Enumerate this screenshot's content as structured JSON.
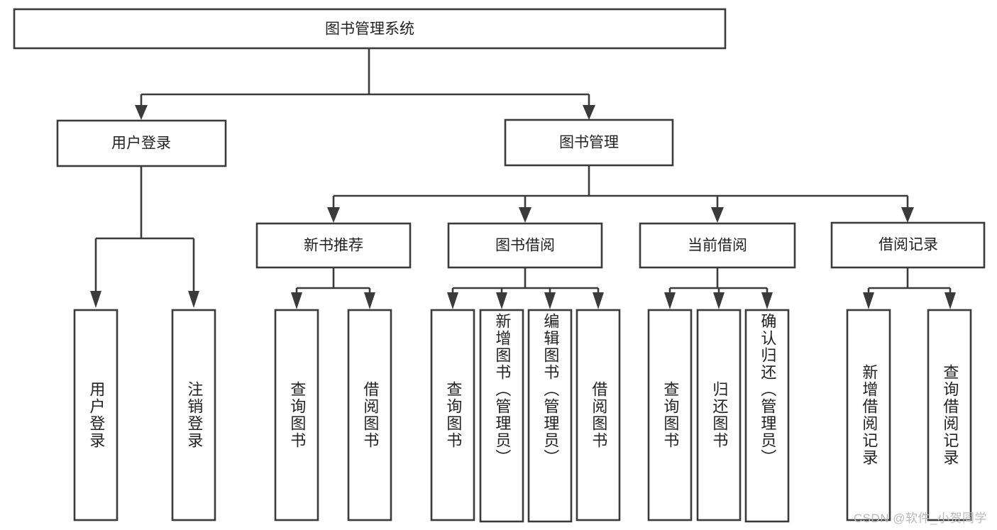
{
  "diagram": {
    "title": "图书管理系统",
    "type": "tree",
    "orientation": "top-down",
    "stroke_color": "#3b3b3b",
    "fill_color": "#ffffff",
    "text_color": "#222222",
    "root": {
      "label": "图书管理系统"
    },
    "level1": [
      {
        "label": "用户登录"
      },
      {
        "label": "图书管理"
      }
    ],
    "level2": [
      {
        "label": "新书推荐"
      },
      {
        "label": "图书借阅"
      },
      {
        "label": "当前借阅"
      },
      {
        "label": "借阅记录"
      }
    ],
    "leaves": {
      "user_login": [
        {
          "label": "用户登录"
        },
        {
          "label": "注销登录"
        }
      ],
      "new_book_recommend": [
        {
          "label": "查询图书"
        },
        {
          "label": "借阅图书"
        }
      ],
      "book_borrow": [
        {
          "label": "查询图书"
        },
        {
          "label": "新增图书（管理员）"
        },
        {
          "label": "编辑图书（管理员）"
        },
        {
          "label": "借阅图书"
        }
      ],
      "current_borrow": [
        {
          "label": "查询图书"
        },
        {
          "label": "归还图书"
        },
        {
          "label": "确认归还（管理员）"
        }
      ],
      "borrow_record": [
        {
          "label": "新增借阅记录"
        },
        {
          "label": "查询借阅记录"
        }
      ]
    }
  },
  "watermark": {
    "text": "CSDN @软件_小贺同学"
  }
}
